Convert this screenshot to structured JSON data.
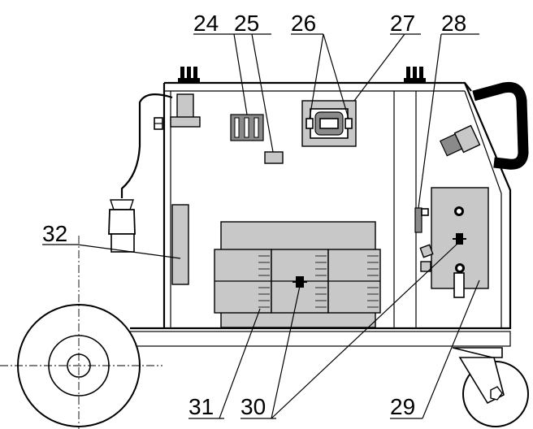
{
  "labels": {
    "l24": "24",
    "l25": "25",
    "l26": "26",
    "l27": "27",
    "l28": "28",
    "l29": "29",
    "l30": "30",
    "l31": "31",
    "l32": "32"
  },
  "colors": {
    "line": "#000000",
    "fill_light": "#c8c8c8",
    "fill_dark": "#8a8a8a",
    "background": "#ffffff"
  }
}
